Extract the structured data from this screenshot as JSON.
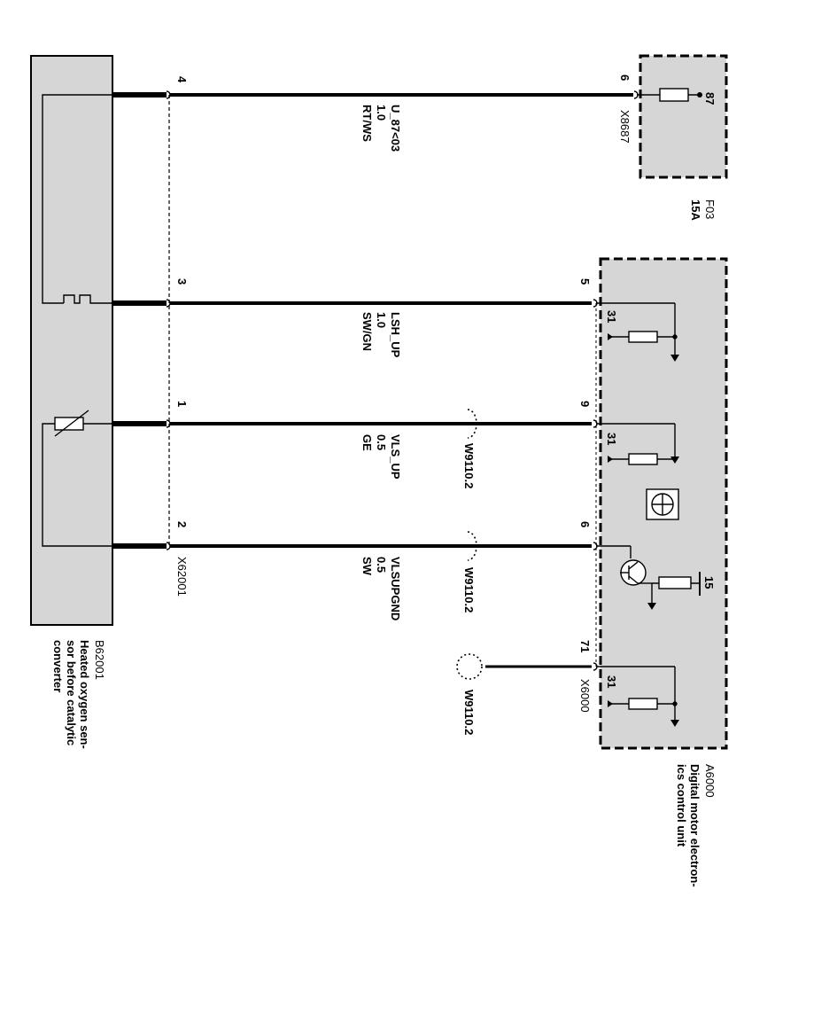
{
  "colors": {
    "box_fill": "#d6d6d6",
    "wire": "#000000",
    "background": "#ffffff"
  },
  "sensor": {
    "code": "B62001",
    "desc1": "Heated oxygen sen-",
    "desc2": "sor before catalytic",
    "desc3": "converter",
    "connector": "X62001",
    "pins": [
      "4",
      "3",
      "1",
      "2"
    ]
  },
  "fuse": {
    "code": "F03",
    "rating": "15A",
    "terminal": "87",
    "connector": "X8687",
    "pin": "6"
  },
  "ecu": {
    "code": "A6000",
    "desc1": "Digital motor electron-",
    "desc2": "ics control unit",
    "connector": "X6000",
    "pins": [
      "5",
      "9",
      "6",
      "71"
    ],
    "ground_terminals": [
      "31",
      "31",
      "31"
    ],
    "terminal_15": "15"
  },
  "wires": [
    {
      "name": "U_87<03",
      "size": "1.0",
      "color": "RT/WS"
    },
    {
      "name": "LSH_UP",
      "size": "1.0",
      "color": "SW/GN"
    },
    {
      "name": "VLS_UP",
      "size": "0.5",
      "color": "GE"
    },
    {
      "name": "VLSUPGND",
      "size": "0.5",
      "color": "SW"
    }
  ],
  "shield": {
    "label": "W9110.2"
  }
}
